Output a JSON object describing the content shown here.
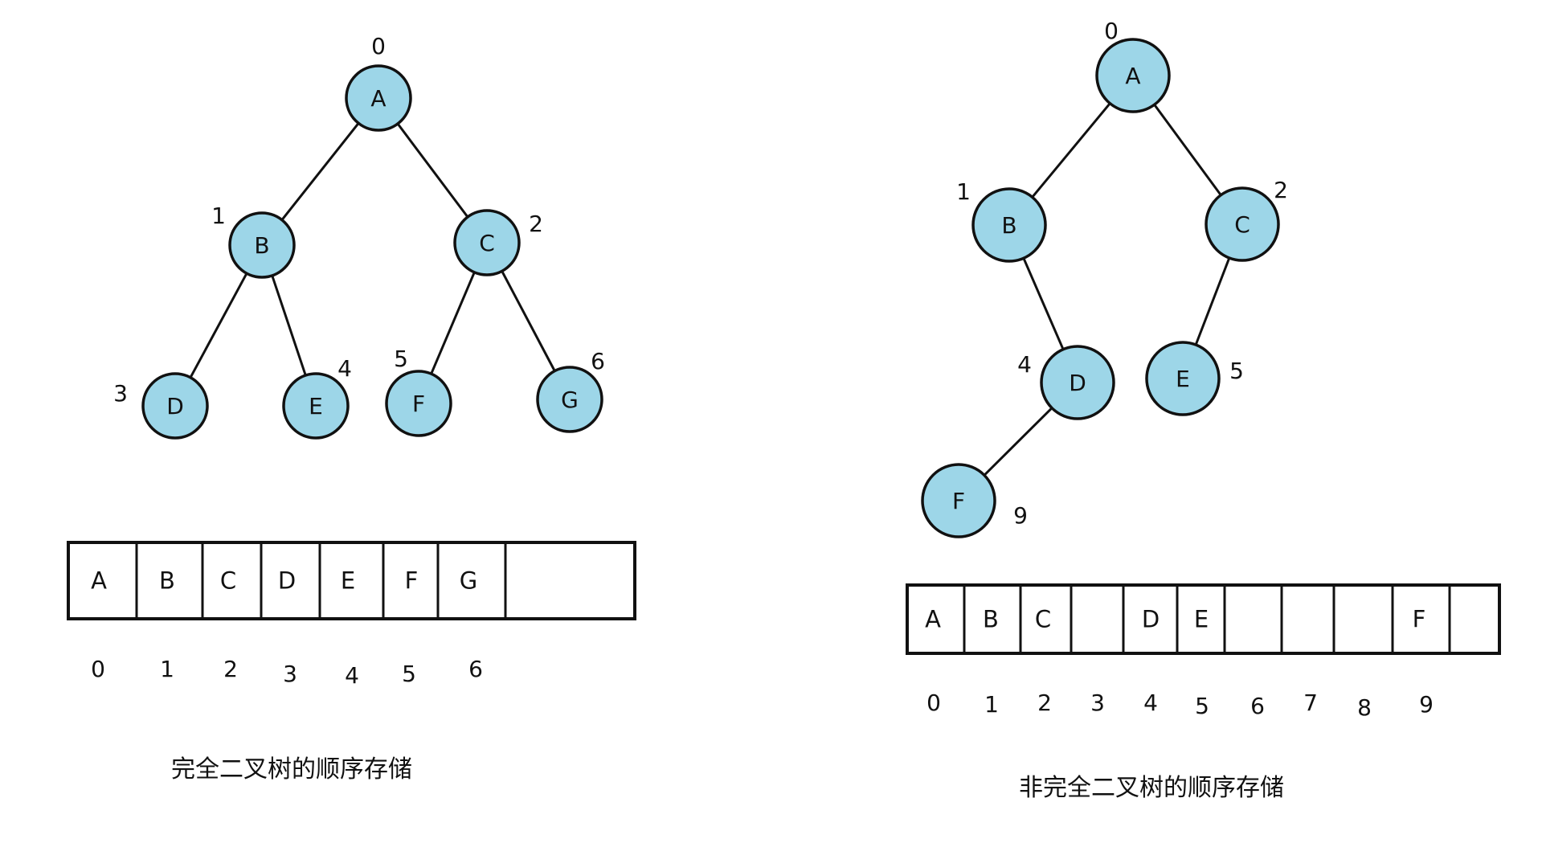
{
  "colors": {
    "node_fill": "#9dd6e8",
    "stroke": "#111111"
  },
  "diagrams": [
    {
      "caption": "完全二叉树的顺序存储",
      "nodes": [
        {
          "id": "A",
          "label": "A",
          "index": "0"
        },
        {
          "id": "B",
          "label": "B",
          "index": "1"
        },
        {
          "id": "C",
          "label": "C",
          "index": "2"
        },
        {
          "id": "D",
          "label": "D",
          "index": "3"
        },
        {
          "id": "E",
          "label": "E",
          "index": "4"
        },
        {
          "id": "F",
          "label": "F",
          "index": "5"
        },
        {
          "id": "G",
          "label": "G",
          "index": "6"
        }
      ],
      "edges": [
        [
          "A",
          "B"
        ],
        [
          "A",
          "C"
        ],
        [
          "B",
          "D"
        ],
        [
          "B",
          "E"
        ],
        [
          "C",
          "F"
        ],
        [
          "C",
          "G"
        ]
      ],
      "array": {
        "cells": [
          "A",
          "B",
          "C",
          "D",
          "E",
          "F",
          "G",
          ""
        ],
        "indices": [
          "0",
          "1",
          "2",
          "3",
          "4",
          "5",
          "6"
        ]
      }
    },
    {
      "caption": "非完全二叉树的顺序存储",
      "nodes": [
        {
          "id": "A",
          "label": "A",
          "index": "0"
        },
        {
          "id": "B",
          "label": "B",
          "index": "1"
        },
        {
          "id": "C",
          "label": "C",
          "index": "2"
        },
        {
          "id": "D",
          "label": "D",
          "index": "4"
        },
        {
          "id": "E",
          "label": "E",
          "index": "5"
        },
        {
          "id": "F",
          "label": "F",
          "index": "9"
        }
      ],
      "edges": [
        [
          "A",
          "B"
        ],
        [
          "A",
          "C"
        ],
        [
          "B",
          "D"
        ],
        [
          "C",
          "E"
        ],
        [
          "D",
          "F"
        ]
      ],
      "array": {
        "cells": [
          "A",
          "B",
          "C",
          "",
          "D",
          "E",
          "",
          "",
          "",
          "F",
          ""
        ],
        "indices": [
          "0",
          "1",
          "2",
          "3",
          "4",
          "5",
          "6",
          "7",
          "8",
          "9"
        ]
      }
    }
  ]
}
